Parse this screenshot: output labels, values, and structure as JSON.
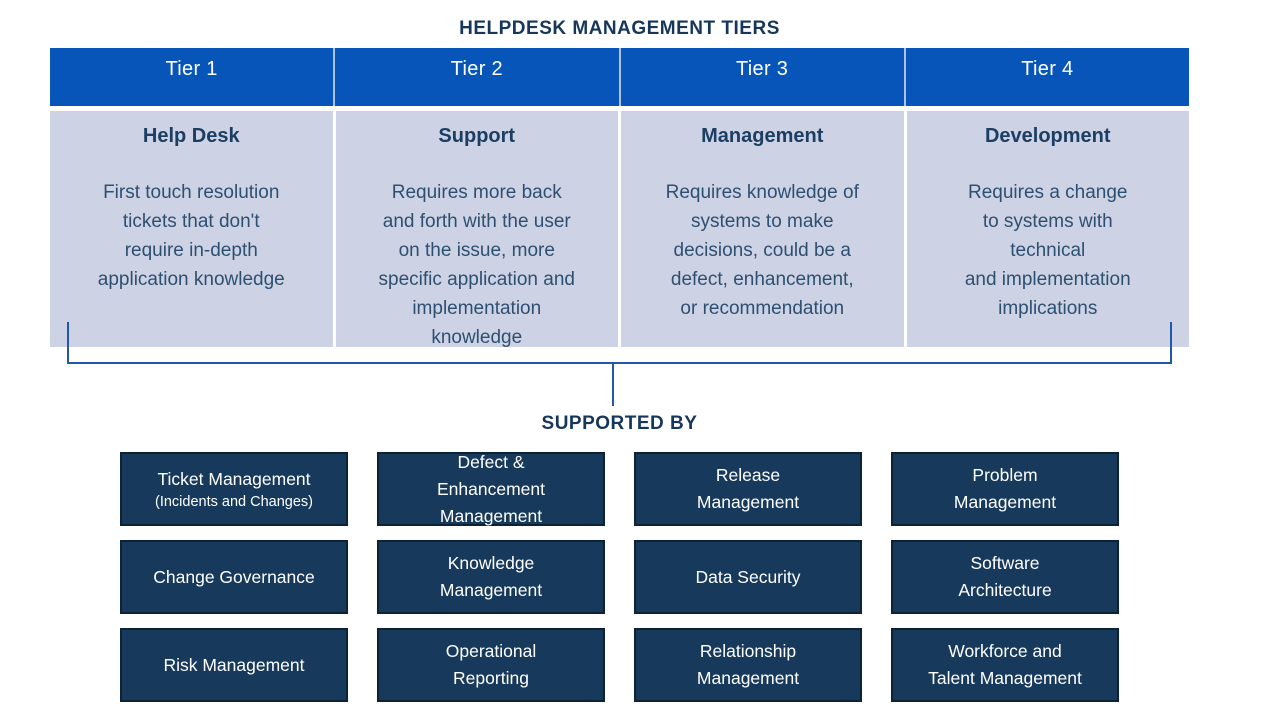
{
  "title": "HELPDESK MANAGEMENT TIERS",
  "tiers": [
    {
      "label": "Tier 1",
      "heading": "Help Desk",
      "description": [
        "First touch resolution",
        "tickets that don't",
        "require in-depth",
        "application knowledge"
      ]
    },
    {
      "label": "Tier 2",
      "heading": "Support",
      "description": [
        "Requires more back",
        "and forth with the user",
        "on the issue, more",
        "specific application and",
        "implementation",
        "knowledge"
      ]
    },
    {
      "label": "Tier 3",
      "heading": "Management",
      "description": [
        "Requires knowledge of",
        "systems to make",
        "decisions, could be a",
        "defect, enhancement,",
        "or recommendation"
      ]
    },
    {
      "label": "Tier 4",
      "heading": "Development",
      "description": [
        "Requires a change",
        "to systems with",
        "technical",
        "and implementation",
        "implications"
      ]
    }
  ],
  "supported": {
    "title": "SUPPORTED BY",
    "boxes": [
      {
        "lines": [
          "Ticket Management"
        ],
        "subline": "(Incidents and Changes)"
      },
      {
        "lines": [
          "Defect &",
          "Enhancement",
          "Management"
        ]
      },
      {
        "lines": [
          "Release",
          "Management"
        ]
      },
      {
        "lines": [
          "Problem",
          "Management"
        ]
      },
      {
        "lines": [
          "Change Governance"
        ]
      },
      {
        "lines": [
          "Knowledge",
          "Management"
        ]
      },
      {
        "lines": [
          "Data Security"
        ]
      },
      {
        "lines": [
          "Software",
          "Architecture"
        ]
      },
      {
        "lines": [
          "Risk Management"
        ]
      },
      {
        "lines": [
          "Operational",
          "Reporting"
        ]
      },
      {
        "lines": [
          "Relationship",
          "Management"
        ]
      },
      {
        "lines": [
          "Workforce and",
          "Talent Management"
        ]
      }
    ]
  },
  "colors": {
    "tier_header_blue": "#0855B9",
    "tier_body_lavender": "#CDD2E5",
    "navy_box_fill": "#17395B",
    "navy_box_border": "#0C2336",
    "dark_title_text": "#16365C",
    "body_text": "#2E5070",
    "connector_line": "#2158A8"
  }
}
